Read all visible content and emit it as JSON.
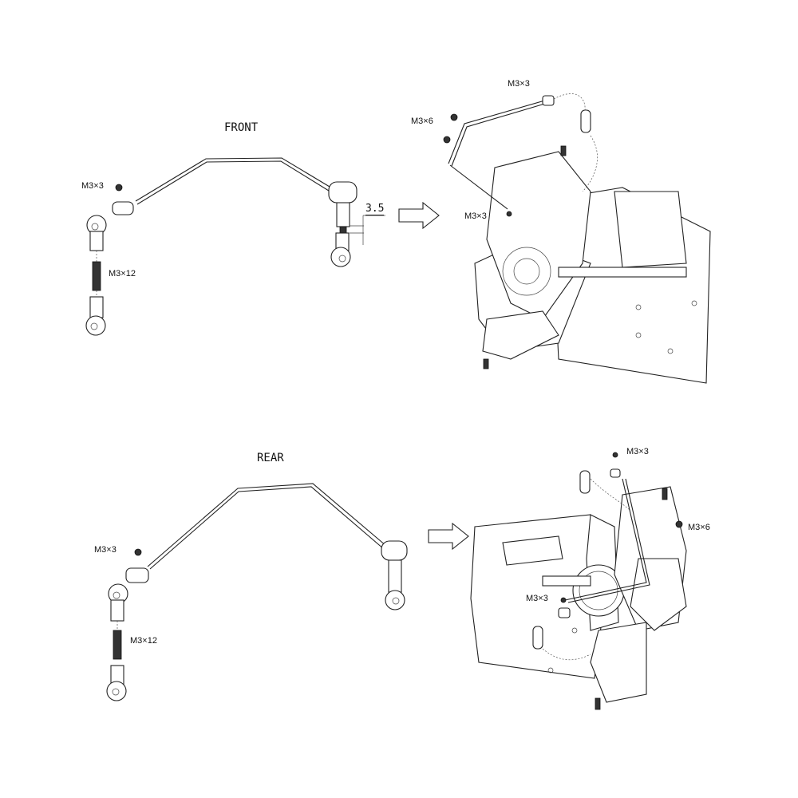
{
  "front": {
    "title": "FRONT",
    "labels": {
      "set_screw": "M3×3",
      "threaded_rod": "M3×12",
      "dimension": "3.5"
    },
    "install": {
      "set_screw_top": "M3×3",
      "screw": "M3×6",
      "set_screw_mid": "M3×3"
    }
  },
  "rear": {
    "title": "REAR",
    "labels": {
      "set_screw": "M3×3",
      "threaded_rod": "M3×12"
    },
    "install": {
      "set_screw_top": "M3×3",
      "screw": "M3×6",
      "set_screw_mid": "M3×3"
    }
  }
}
